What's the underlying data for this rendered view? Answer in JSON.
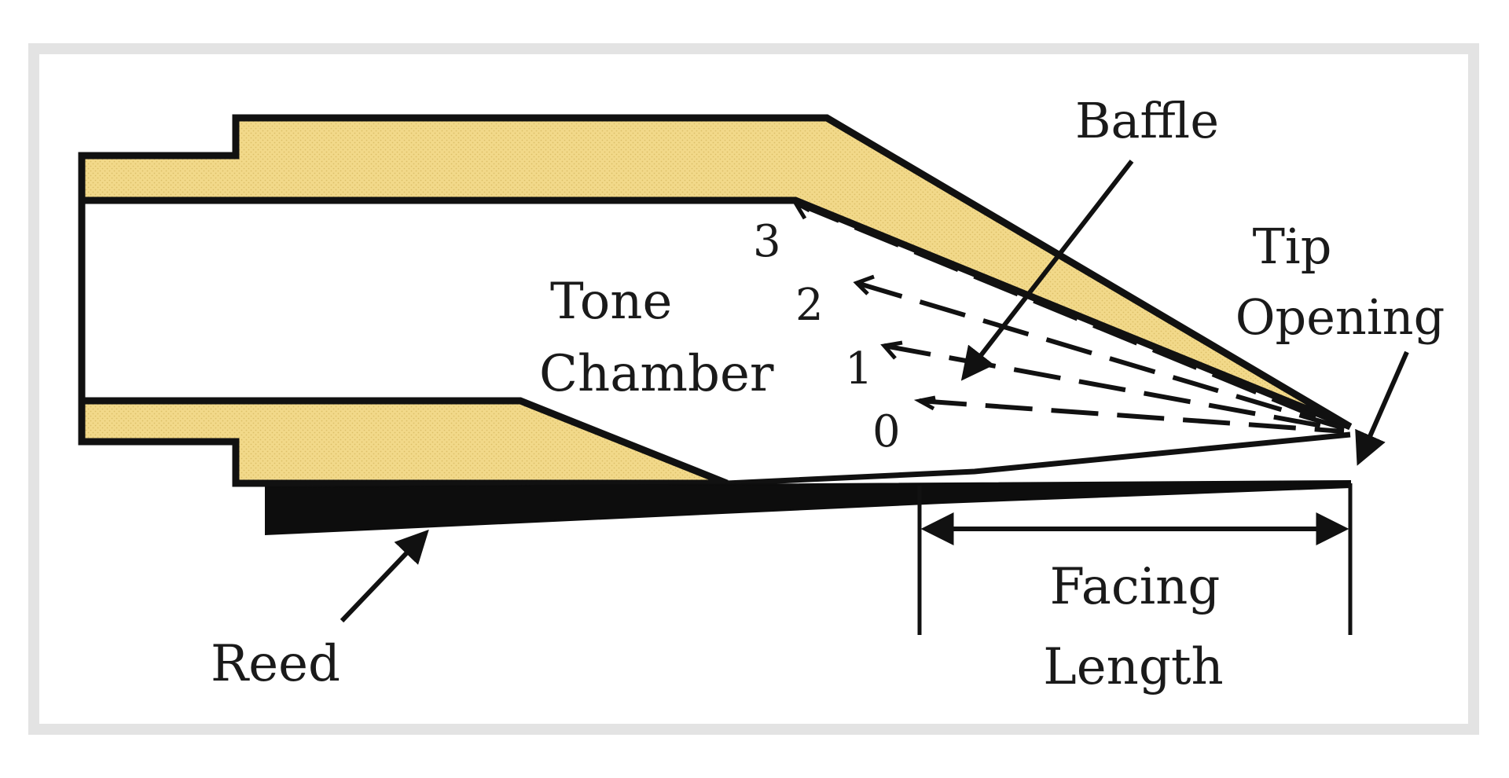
{
  "labels": {
    "baffle": "Baffle",
    "tip_line1": "Tip",
    "tip_line2": "Opening",
    "tone_line1": "Tone",
    "tone_line2": "Chamber",
    "reed": "Reed",
    "facing_line1": "Facing",
    "facing_line2": "Length",
    "baffle_positions": [
      "3",
      "2",
      "1",
      "0"
    ]
  },
  "colors": {
    "body_fill": "#f2d98a",
    "outline": "#111111",
    "reed_fill": "#0d0d0d",
    "frame_border": "#e3e3e3",
    "background": "#ffffff"
  }
}
